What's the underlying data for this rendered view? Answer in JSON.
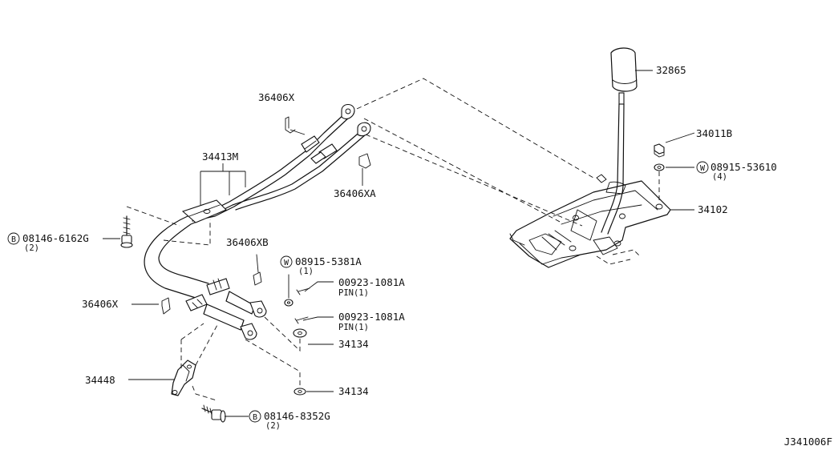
{
  "diagram_code": "J341006F",
  "callouts": {
    "p32865": "32865",
    "p34011B": "34011B",
    "w08915_53610": {
      "prefix": "W",
      "part": "08915-53610",
      "qty": "(4)"
    },
    "p34102": "34102",
    "p36406X_top": "36406X",
    "p34413M": "34413M",
    "p36406XA": "36406XA",
    "b08146_6162G": {
      "prefix": "B",
      "part": "08146-6162G",
      "qty": "(2)"
    },
    "p36406XB": "36406XB",
    "w08915_5381A": {
      "prefix": "W",
      "part": "08915-5381A",
      "qty": "(1)"
    },
    "pin_upper": {
      "part": "00923-1081A",
      "sub": "PIN(1)"
    },
    "pin_lower": {
      "part": "00923-1081A",
      "sub": "PIN(1)"
    },
    "p36406X_left": "36406X",
    "p34134_upper": "34134",
    "p34448": "34448",
    "p34134_lower": "34134",
    "b08146_8352G": {
      "prefix": "B",
      "part": "08146-8352G",
      "qty": "(2)"
    }
  }
}
